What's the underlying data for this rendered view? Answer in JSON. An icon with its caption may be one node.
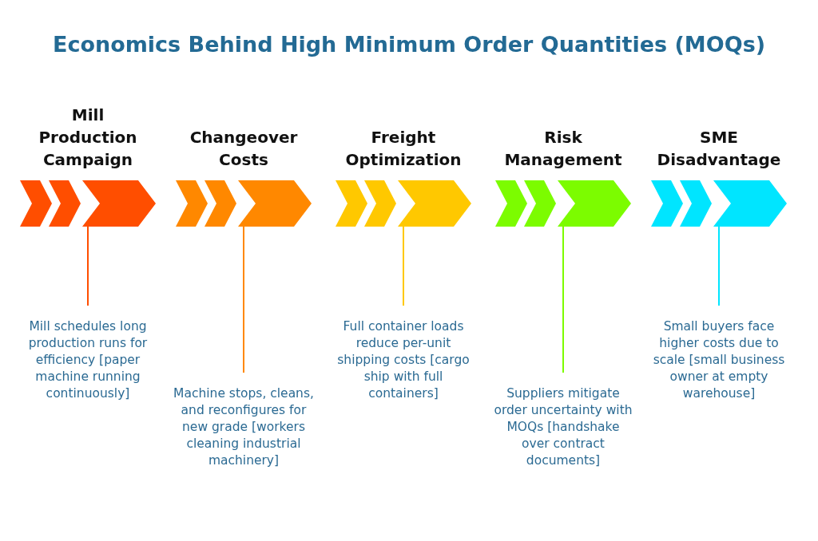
{
  "diagram": {
    "title": "Economics Behind High Minimum Order Quantities (MOQs)",
    "nodes": [
      {
        "text": [
          "Mill Production Campaign"
        ]
      },
      {
        "text": [
          "Mill schedules long production runs for efficiency [paper machine running continuously]"
        ]
      },
      {
        "text": [
          "Changeover Costs"
        ]
      },
      {
        "text": [
          "Machine stops, cleans, and reconfigures for new grade [workers cleaning industrial machinery]"
        ]
      },
      {
        "text": [
          "Freight Optimization"
        ]
      },
      {
        "text": [
          "Full container loads reduce per-unit shipping costs [cargo ship with full containers]"
        ]
      },
      {
        "text": [
          "Risk Management"
        ]
      },
      {
        "text": [
          "Suppliers mitigate order uncertainty with MOQs [handshake over contract documents]"
        ]
      },
      {
        "text": [
          "SME Disadvantage"
        ]
      },
      {
        "text": [
          "Small buyers face higher costs due to scale [small business owner at empty warehouse]"
        ]
      }
    ],
    "edges": [
      {
        "from": 0,
        "to": 1,
        "arrow": "none",
        "color": "#ff4e00"
      },
      {
        "from": 2,
        "to": 3,
        "arrow": "none",
        "color": "#ff8800"
      },
      {
        "from": 4,
        "to": 5,
        "arrow": "none",
        "color": "#ffc800"
      },
      {
        "from": 6,
        "to": 7,
        "arrow": "none",
        "color": "#7cfc00"
      },
      {
        "from": 8,
        "to": 9,
        "arrow": "none",
        "color": "#00e5ff"
      }
    ]
  }
}
